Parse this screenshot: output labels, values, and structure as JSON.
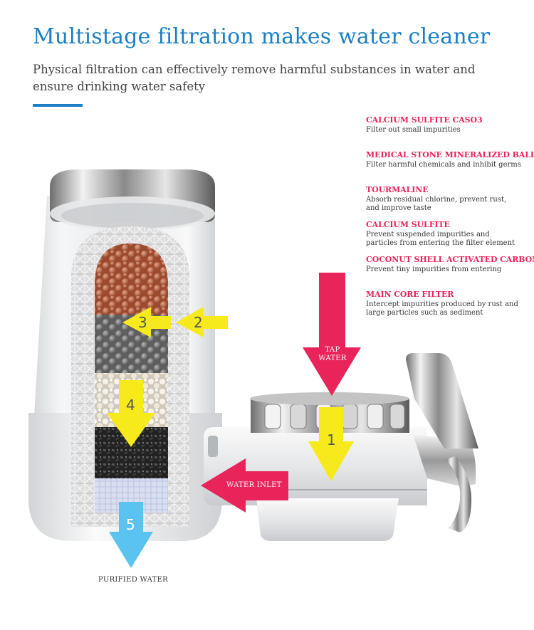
{
  "header": {
    "title": "Multistage filtration makes water cleaner",
    "subtitle": "Physical filtration can effectively remove harmful substances in water and ensure drinking water safety"
  },
  "legend": [
    {
      "name": "CALCIUM SULFITE CASO3",
      "desc": "Filter out small impurities"
    },
    {
      "name": "MEDICAL STONE  MINERALIZED BALLS",
      "desc": "Filter harmful chemicals and inhibit germs"
    },
    {
      "name": "TOURMALINE",
      "desc": "Absorb residual chlorine, prevent rust, and improve taste"
    },
    {
      "name": "CALCIUM SULFITE",
      "desc": "Prevent suspended impurities and particles from entering the filter element"
    },
    {
      "name": "COCONUT SHELL ACTIVATED CARBON",
      "desc": "Prevent tiny impurities from entering"
    },
    {
      "name": "MAIN CORE FILTER",
      "desc": "Intercept impurities produced by rust and large particles such as sediment"
    }
  ],
  "diagram": {
    "tap_water": "TAP WATER",
    "water_inlet": "WATER INLET",
    "purified_water": "PURIFIED WATER",
    "steps": [
      "1",
      "2",
      "3",
      "4",
      "5"
    ]
  },
  "colors": {
    "accent_blue": "#1a7fc4",
    "accent_red": "#e8245b",
    "arrow_yellow": "#f7ea1c",
    "arrow_blue": "#5bc3ef"
  }
}
